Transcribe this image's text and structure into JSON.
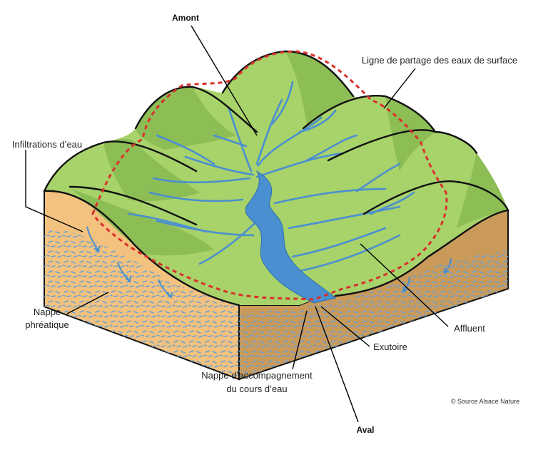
{
  "labels": {
    "amont": "Amont",
    "ligne_partage": "Ligne de partage des eaux de surface",
    "infiltrations": "Infiltrations d’eau",
    "nappe_phreatique_l1": "Nappe",
    "nappe_phreatique_l2": "phréatique",
    "affluent": "Affluent",
    "exutoire": "Exutoire",
    "nappe_accomp_l1": "Nappe d’accompagnement",
    "nappe_accomp_l2": "du cours d’eau",
    "aval": "Aval",
    "source": "© Source Alsace Nature"
  },
  "colors": {
    "hill_light": "#a8d26a",
    "hill_shade": "#8dbd55",
    "soil_front": "#f2c27e",
    "soil_side": "#c99a5a",
    "groundwater_dash": "#6aa0d4",
    "river": "#4a8fd0",
    "watershed_line": "#d9302b"
  }
}
